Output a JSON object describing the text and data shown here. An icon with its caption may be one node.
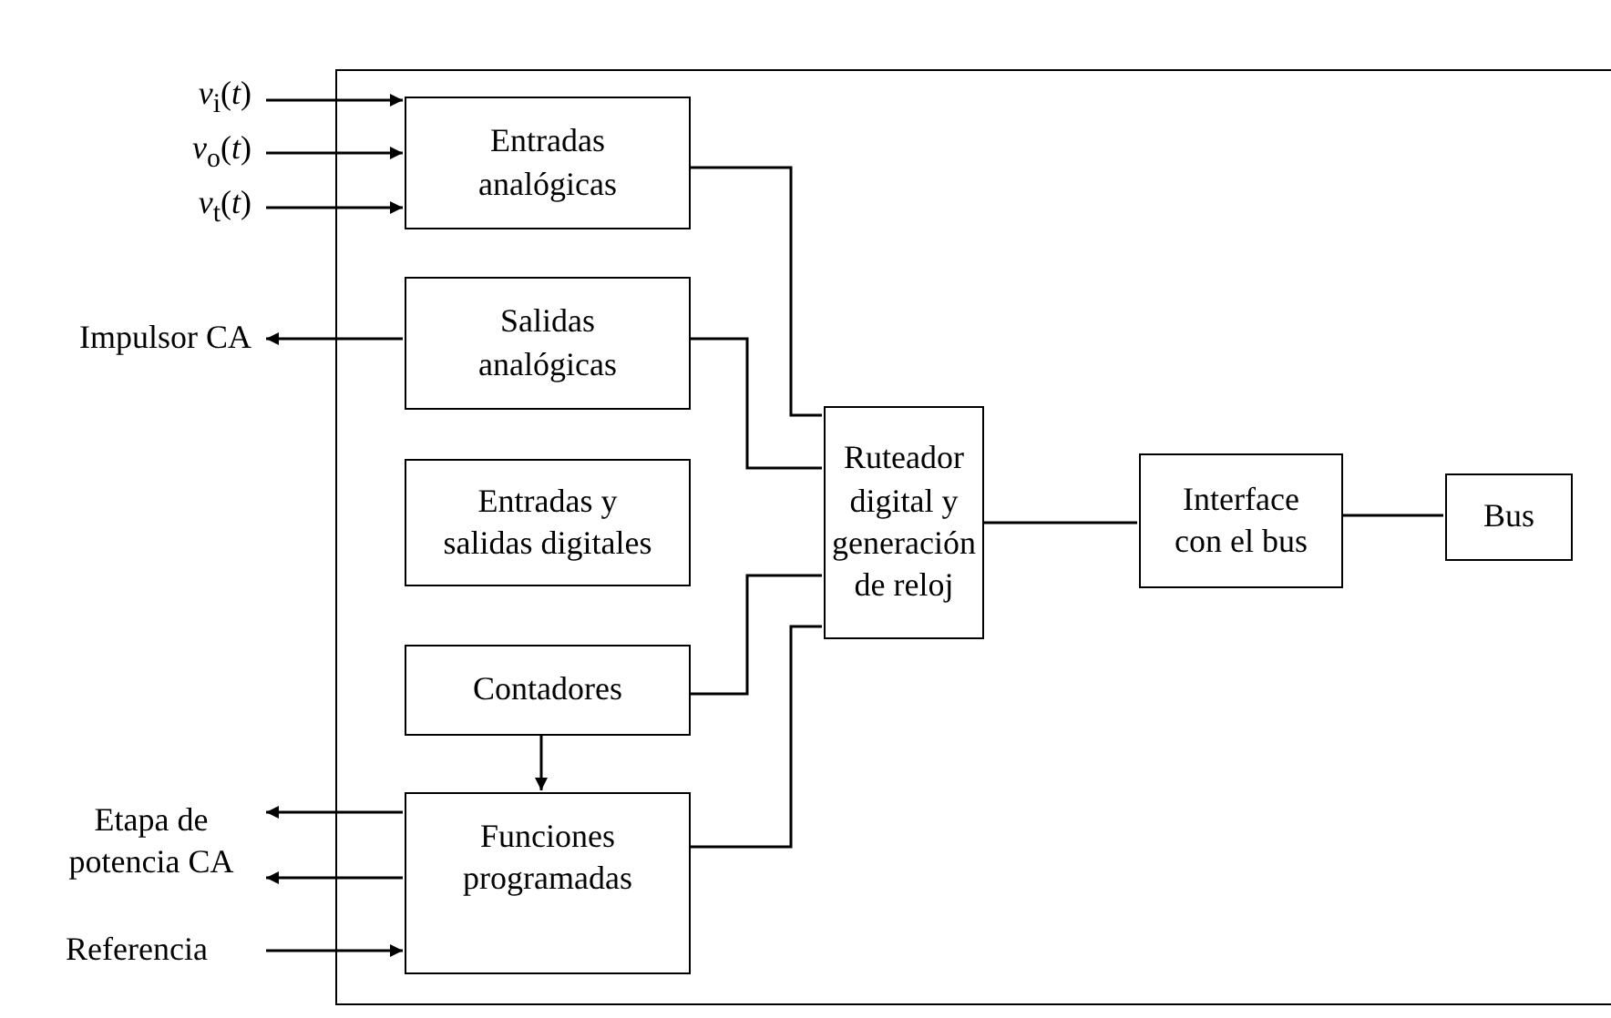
{
  "diagram": {
    "nodes": [
      {
        "text": [],
        "shape": "box"
      },
      {
        "text": [
          "Entradas analógicas"
        ],
        "in": 0
      },
      {
        "text": [
          "Salidas analógicas"
        ],
        "in": 0
      },
      {
        "text": [
          "Entradas y salidas digitales"
        ],
        "in": 0
      },
      {
        "text": [
          "Contadores"
        ],
        "in": 0
      },
      {
        "text": [
          "Funciones programadas"
        ],
        "in": 0
      },
      {
        "text": [
          "Ruteador digital y generación de reloj"
        ],
        "in": 0
      },
      {
        "text": [
          "Interface con el bus"
        ],
        "in": 0
      },
      {
        "text": [
          "Bus"
        ],
        "in": 0
      },
      {
        "text": [
          "*v*$_{i}$(*t*)"
        ]
      },
      {
        "text": [
          "*v*$_{o}$(*t*)"
        ]
      },
      {
        "text": [
          "*v*$_{t}$(*t*)"
        ]
      },
      {
        "text": [
          "Impulsor CA"
        ]
      },
      {
        "text": [
          "Etapa de potencia CA"
        ]
      },
      {
        "text": [
          "Referencia"
        ]
      }
    ],
    "edges": [
      {
        "from": 9,
        "to": 1,
        "arrow": "to"
      },
      {
        "from": 10,
        "to": 1,
        "arrow": "to"
      },
      {
        "from": 11,
        "to": 1,
        "arrow": "to"
      },
      {
        "from": 2,
        "to": 12,
        "arrow": "to"
      },
      {
        "from": 1,
        "to": 6,
        "arrow": "none"
      },
      {
        "from": 2,
        "to": 6,
        "arrow": "none"
      },
      {
        "from": 4,
        "to": 6,
        "arrow": "none"
      },
      {
        "from": 5,
        "to": 6,
        "arrow": "none"
      },
      {
        "from": 4,
        "to": 5,
        "arrow": "to"
      },
      {
        "from": 6,
        "to": 7,
        "arrow": "none"
      },
      {
        "from": 7,
        "to": 8,
        "arrow": "none"
      },
      {
        "from": 5,
        "to": 13,
        "arrow": "to"
      },
      {
        "from": 5,
        "to": 13,
        "arrow": "to"
      },
      {
        "from": 14,
        "to": 5,
        "arrow": "to"
      }
    ]
  }
}
